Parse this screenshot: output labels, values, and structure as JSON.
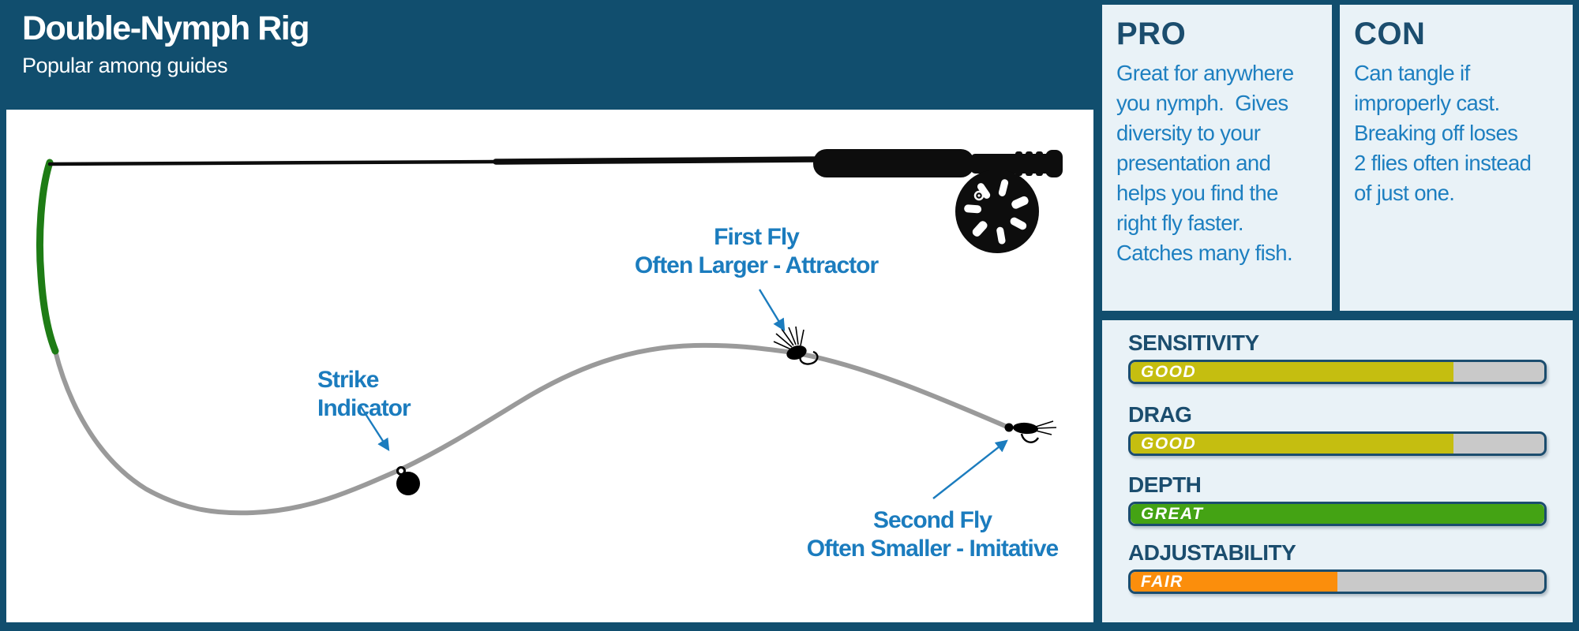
{
  "header": {
    "title": "Double-Nymph Rig",
    "subtitle": "Popular among guides"
  },
  "pro": {
    "heading": "PRO",
    "body": "Great for anywhere\nyou nymph.  Gives\ndiversity to your\npresentation and\nhelps you find the\nright fly faster.\nCatches many fish."
  },
  "con": {
    "heading": "CON",
    "body": "Can tangle if\nimproperly cast.\nBreaking off loses\n2 flies often instead\nof just one."
  },
  "diagram": {
    "first_fly_label": {
      "line1": "First Fly",
      "line2": "Often Larger - Attractor"
    },
    "strike_label": {
      "line1": "Strike",
      "line2": "Indicator"
    },
    "second_fly_label": {
      "line1": "Second Fly",
      "line2": "Often Smaller - Imitative"
    },
    "icons": [
      "fly-rod-icon",
      "fly-reel-icon",
      "fly-line",
      "leader-line",
      "strike-indicator-icon",
      "first-fly-icon",
      "second-fly-icon"
    ]
  },
  "ratings": [
    {
      "name": "SENSITIVITY",
      "value": "GOOD",
      "percent": 78,
      "color": "#c5be10"
    },
    {
      "name": "DRAG",
      "value": "GOOD",
      "percent": 78,
      "color": "#c5be10"
    },
    {
      "name": "DEPTH",
      "value": "GREAT",
      "percent": 100,
      "color": "#44a314"
    },
    {
      "name": "ADJUSTABILITY",
      "value": "FAIR",
      "percent": 50,
      "color": "#fb8e0c"
    }
  ],
  "colors": {
    "background": "#114e6e",
    "panel": "#e9f2f7",
    "label_blue": "#1b7cbe",
    "heading_navy": "#1b4d6e",
    "fly_line_green": "#1e7c15",
    "leader_gray": "#9a9a9a",
    "track_gray": "#c9c9c9"
  }
}
